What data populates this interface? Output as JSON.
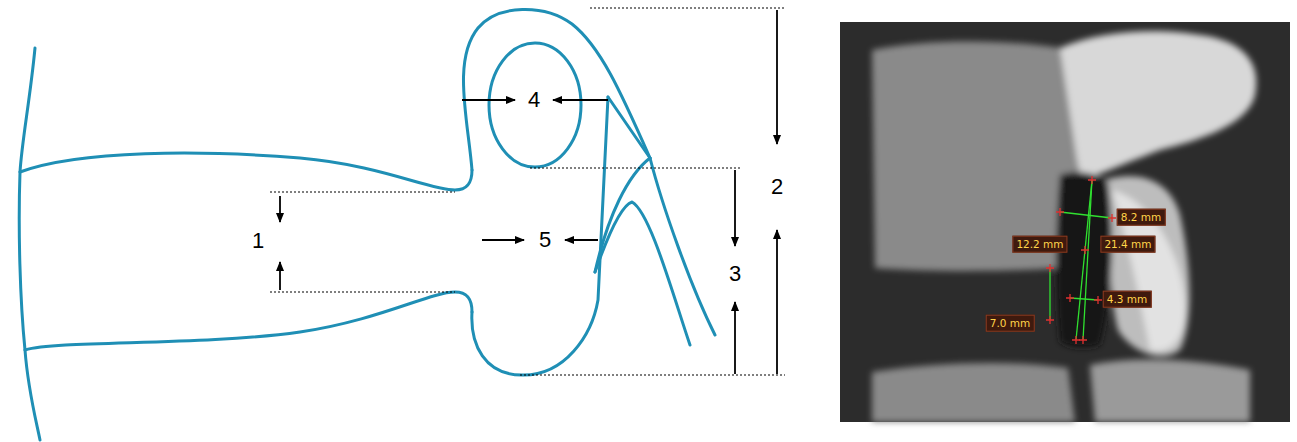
{
  "diagram": {
    "labels": [
      "1",
      "2",
      "3",
      "4",
      "5",
      "8.2 mm",
      "12.2 mm",
      "21.4 mm",
      "7.0 mm",
      "4.3 mm"
    ]
  }
}
